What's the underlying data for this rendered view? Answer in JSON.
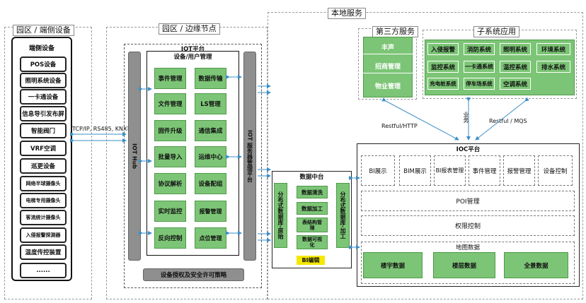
{
  "sections": {
    "park_device": "园区 / 端侧设备",
    "park_edge": "园区 / 边缘节点",
    "local_service": "本地服务",
    "third_party": "第三方服务",
    "subsystem": "子系统应用"
  },
  "devices": {
    "title": "端侧设备",
    "items": [
      "POS设备",
      "照明系统设备",
      "一卡通设备",
      "信息导引发布屏",
      "智能阀门",
      "VRF空调",
      "巡更设备",
      "网络半球摄像头",
      "电梯专用摄像头",
      "客流统计摄像头",
      "入侵报警探测器",
      "温度传控装置",
      "......"
    ]
  },
  "protocol_label": "TCP/IP, RS485, KNX等",
  "iot": {
    "title": "IOT平台",
    "subtitle": "设备/用户管理",
    "hub": "IOT Hub",
    "right_bar": "IOT 服务器管理平台",
    "modules": [
      "事件管理",
      "数据传输",
      "文件管理",
      "LS管理",
      "固件升级",
      "通信集成",
      "批量导入",
      "运维中心",
      "协议解析",
      "设备配组",
      "实时监控",
      "报警管理",
      "反向控制",
      "点位管理"
    ],
    "bottom": "设备授权及安全许可策略"
  },
  "data_center": {
    "title": "数据中台",
    "left": "分布式数据库-原始",
    "right": "分布式数据库-加工",
    "items": [
      "数据清洗",
      "数据加工",
      "表结构管理",
      "数据可视化"
    ],
    "bi": "BI编辑"
  },
  "third_party": {
    "items": [
      "丰声",
      "招商管理",
      "物业管理"
    ]
  },
  "subsystem": {
    "items": [
      "入侵报警",
      "消防系统",
      "照明系统",
      "环境系统",
      "监控系统",
      "一卡通系统",
      "温控系统",
      "排水系统",
      "充电桩系统",
      "停车场系统",
      "空调系统"
    ]
  },
  "labels": {
    "restful_http": "Restful/HTTP",
    "business": "业务",
    "restful_mqs": "Restful / MQS"
  },
  "ioc": {
    "title": "IOC平台",
    "items": [
      "BI展示",
      "BIM展示",
      "BI报表管理",
      "事件管理",
      "报警管理",
      "设备控制"
    ],
    "poi": "POI管理",
    "auth": "权限控制",
    "map": "地图数据",
    "map_items": [
      "楼宇数据",
      "楼层数据",
      "全景数据"
    ]
  },
  "colors": {
    "green": "#7cc576",
    "grey": "#8f8f8f",
    "arrow": "#3b8fc7"
  }
}
